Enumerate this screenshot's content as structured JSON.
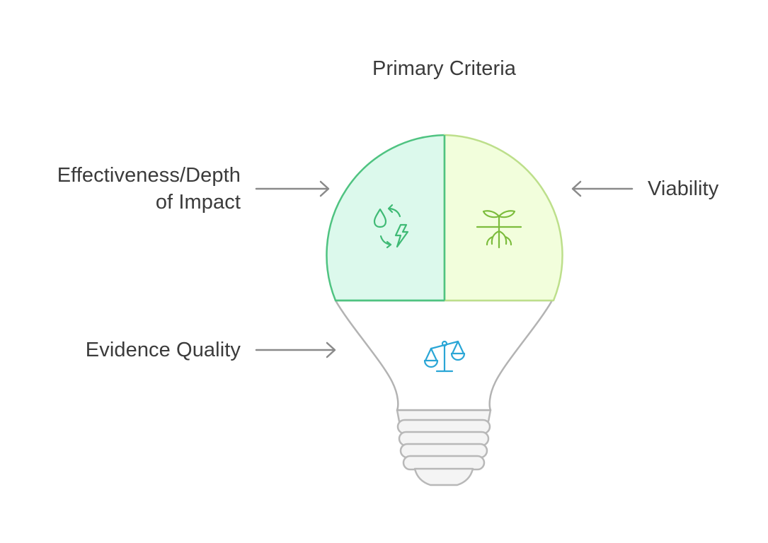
{
  "title": "Primary Criteria",
  "sections": {
    "effectiveness": {
      "label_line1": "Effectiveness/Depth",
      "label_line2": "of Impact",
      "icon": "water-energy-cycle-icon",
      "fill": "#dcf9ec",
      "stroke": "#4fc381",
      "icon_color": "#3fba75"
    },
    "viability": {
      "label": "Viability",
      "icon": "sprout-roots-icon",
      "fill": "#f2fedc",
      "stroke": "#bddf8b",
      "icon_color": "#7cbc3c"
    },
    "evidence": {
      "label": "Evidence Quality",
      "icon": "balance-scale-icon",
      "fill": "#ffffff",
      "stroke": "#b3b3b3",
      "icon_color": "#2aa6d6"
    }
  },
  "colors": {
    "arrow": "#8a8a8a",
    "bulb_outline": "#b8b8b8",
    "text": "#3b3b3b"
  }
}
